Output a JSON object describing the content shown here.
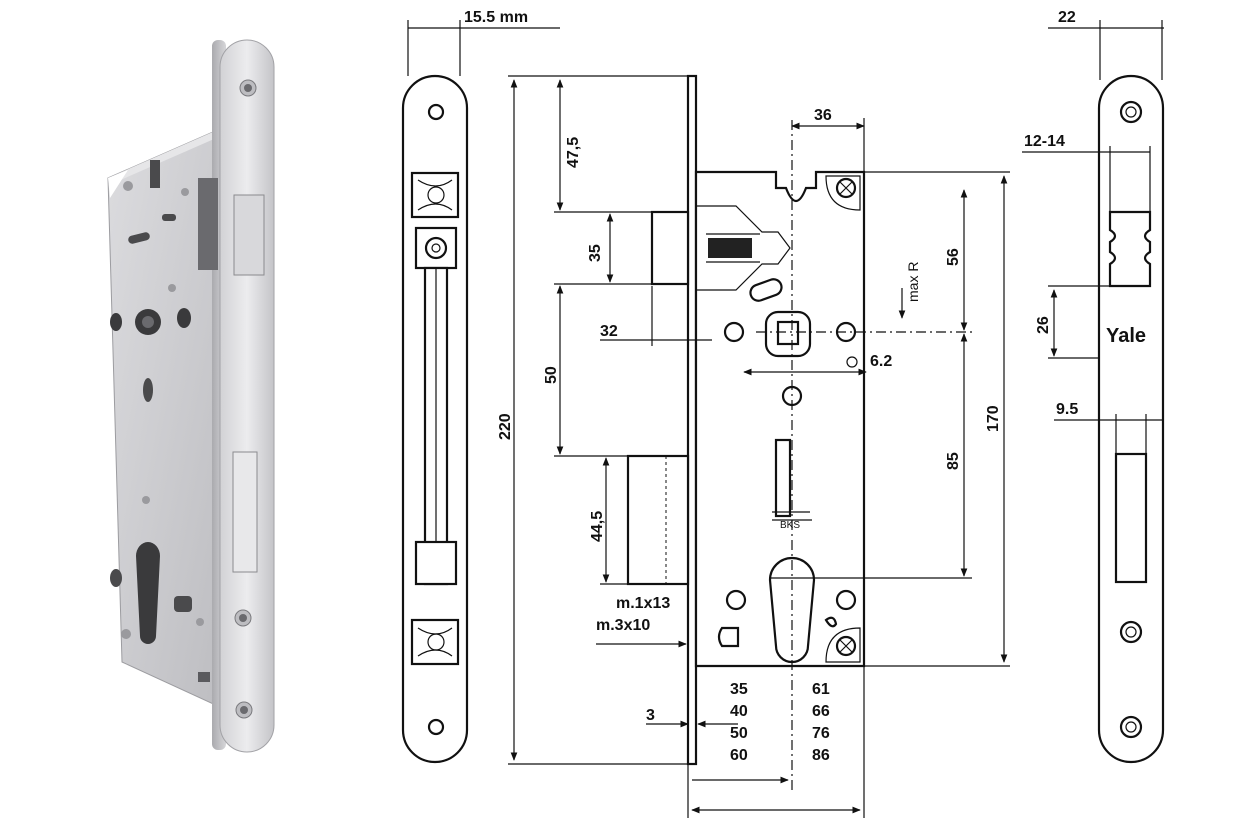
{
  "photo": {
    "colors": {
      "metal_light": "#e4e4e6",
      "metal_mid": "#c9c9cc",
      "metal_dark": "#8d8d91",
      "hole": "#3a3a3c"
    }
  },
  "front_view": {
    "width_label": "15.5 mm"
  },
  "side_view": {
    "dims": {
      "top_to_latch": "47,5",
      "latch_height": "35",
      "latch_projection": "32",
      "latch_to_bolt": "50",
      "bolt_height": "44,5",
      "overall_height": "220",
      "backset_width": "36",
      "follower_to_top": "56",
      "spindle_to_cylinder": "85",
      "fixing_centres": "170",
      "spindle": "6.2",
      "max_label": "max R",
      "forend_thickness": "3",
      "screw_1": "m.1x13",
      "screw_2": "m.3x10"
    },
    "backset_table": [
      [
        "35",
        "61"
      ],
      [
        "40",
        "66"
      ],
      [
        "50",
        "76"
      ],
      [
        "60",
        "86"
      ]
    ]
  },
  "strike_view": {
    "width_label": "22",
    "latch_slot_label": "12-14",
    "offset_label": "26",
    "brand": "Yale",
    "bolt_slot_label": "9.5"
  }
}
